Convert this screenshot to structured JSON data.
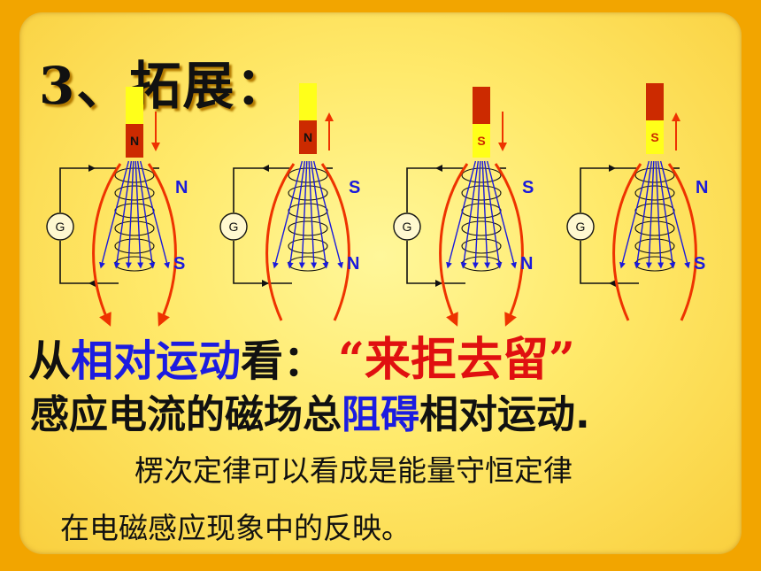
{
  "title": "3、拓展：",
  "panels": [
    {
      "magnet_pole": "N",
      "motion": "down",
      "coil_top_pole": "N",
      "coil_bottom_pole": "S"
    },
    {
      "magnet_pole": "N",
      "motion": "up",
      "coil_top_pole": "S",
      "coil_bottom_pole": "N"
    },
    {
      "magnet_pole": "S",
      "motion": "down",
      "coil_top_pole": "S",
      "coil_bottom_pole": "N"
    },
    {
      "magnet_pole": "S",
      "motion": "up",
      "coil_top_pole": "N",
      "coil_bottom_pole": "S"
    }
  ],
  "galvanometer_label": "G",
  "line1": {
    "part1": "从",
    "part2": "相对运动",
    "part3": "看：",
    "quote": "“来拒去留”"
  },
  "line2": {
    "part1": "感应电流的磁场总",
    "part2": "阻碍",
    "part3": "相对运动."
  },
  "line3": "楞次定律可以看成是能量守恒定律",
  "line4": "在电磁感应现象中的反映。",
  "colors": {
    "background": "#f2a500",
    "slide": "#ffe96a",
    "magnet_yellow": "#ffff1a",
    "magnet_red": "#cc2a00",
    "field_line_blue": "#1a1adc",
    "current_red": "#ee3300",
    "emphasis_blue": "#1c1ce0",
    "emphasis_red": "#e01010"
  }
}
